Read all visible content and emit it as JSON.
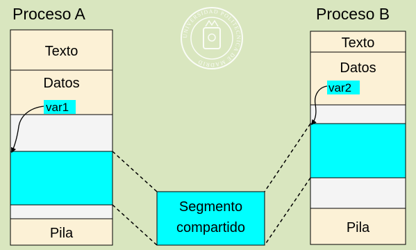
{
  "process_a": {
    "title": "Proceso A",
    "text_label": "Texto",
    "data_label": "Datos",
    "var_label": "var1",
    "stack_label": "Pila"
  },
  "process_b": {
    "title": "Proceso B",
    "text_label": "Texto",
    "data_label": "Datos",
    "var_label": "var2",
    "stack_label": "Pila"
  },
  "shared_segment": {
    "line1": "Segmento",
    "line2": "compartido"
  },
  "watermark": {
    "text": "UNIVERSIDAD POLITECNICA DE MADRID"
  },
  "colors": {
    "background": "#d9e6bf",
    "segment_fill": "#fcf1d6",
    "free_fill": "#f4f4f4",
    "shared_fill": "#00ffff",
    "border": "#000000"
  }
}
